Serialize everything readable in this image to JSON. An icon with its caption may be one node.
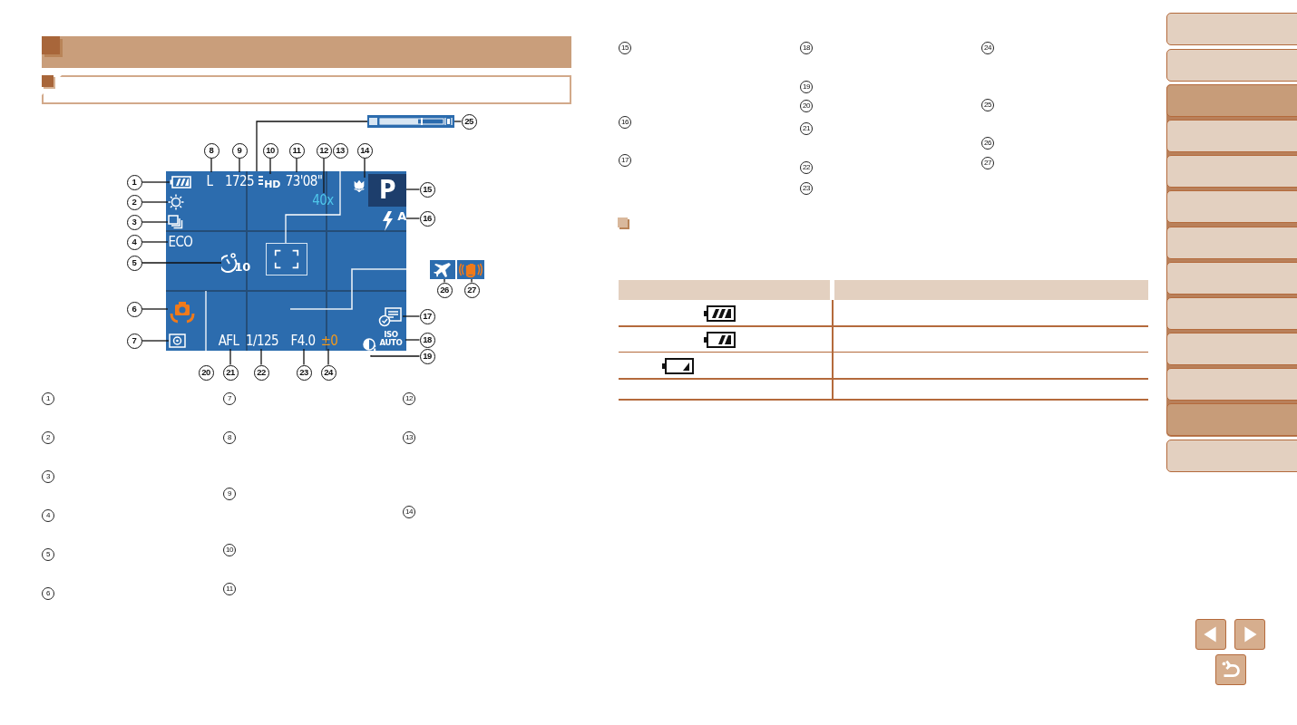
{
  "diagram": {
    "nodes": [
      {
        "text": [],
        "shape": "box"
      },
      {
        "text": [
          "1"
        ]
      },
      {
        "text": [
          "2"
        ]
      },
      {
        "text": [
          "3"
        ]
      },
      {
        "text": [
          "4"
        ]
      },
      {
        "text": [
          "5"
        ]
      },
      {
        "text": [
          "6"
        ]
      },
      {
        "text": [
          "7"
        ]
      },
      {
        "text": [
          "8"
        ]
      },
      {
        "text": [
          "9"
        ]
      },
      {
        "text": [
          "10"
        ]
      },
      {
        "text": [
          "11"
        ]
      },
      {
        "text": [
          "12"
        ]
      },
      {
        "text": [
          "13"
        ]
      },
      {
        "text": [
          "14"
        ]
      },
      {
        "text": [
          "15"
        ]
      },
      {
        "text": [
          "16"
        ]
      },
      {
        "text": [
          "17"
        ]
      },
      {
        "text": [
          "18"
        ]
      },
      {
        "text": [
          "19"
        ]
      },
      {
        "text": [
          "20"
        ]
      },
      {
        "text": [
          "21"
        ]
      },
      {
        "text": [
          "22"
        ]
      },
      {
        "text": [
          "23"
        ]
      },
      {
        "text": [
          "24"
        ]
      },
      {
        "text": [
          "25"
        ]
      },
      {
        "text": [
          "26"
        ]
      },
      {
        "text": [
          "27"
        ]
      },
      {
        "text": [],
        "shape": "picture",
        "in": 0
      },
      {
        "text": [],
        "shape": "picture",
        "in": 0
      },
      {
        "text": [],
        "shape": "picture",
        "in": 0
      },
      {
        "text": [
          "ECO"
        ],
        "in": 0
      },
      {
        "text": [
          "10"
        ],
        "in": 0
      },
      {
        "text": [],
        "shape": "picture",
        "in": 0
      },
      {
        "text": [],
        "shape": "picture",
        "in": 0
      },
      {
        "text": [
          "L"
        ],
        "in": 0
      },
      {
        "text": [
          "1725"
        ],
        "in": 0
      },
      {
        "text": [
          "HD"
        ],
        "in": 0
      },
      {
        "text": [
          "73'08\""
        ],
        "in": 0
      },
      {
        "text": [
          "40x"
        ],
        "in": 0
      },
      {
        "text": [],
        "shape": "box",
        "in": 0
      },
      {
        "text": [],
        "shape": "picture",
        "in": 0
      },
      {
        "text": [
          "P"
        ],
        "in": 0
      },
      {
        "text": [
          "A"
        ],
        "in": 0
      },
      {
        "text": [],
        "shape": "picture",
        "in": 0
      },
      {
        "text": [
          "ISO AUTO"
        ],
        "in": 0
      },
      {
        "text": [],
        "shape": "picture",
        "in": 0
      },
      {
        "text": [
          "AFL"
        ],
        "in": 0
      },
      {
        "text": [
          "1/125"
        ],
        "in": 0
      },
      {
        "text": [
          "F4.0"
        ],
        "in": 0
      },
      {
        "text": [
          "±0"
        ],
        "in": 0
      },
      {
        "text": [],
        "shape": "picture"
      },
      {
        "text": [],
        "shape": "picture"
      },
      {
        "text": [],
        "shape": "picture"
      }
    ],
    "edges": [
      {
        "from": 1,
        "to": 28,
        "arrow": "none"
      },
      {
        "from": 2,
        "to": 29,
        "arrow": "none"
      },
      {
        "from": 3,
        "to": 30,
        "arrow": "none"
      },
      {
        "from": 4,
        "to": 31,
        "arrow": "none"
      },
      {
        "from": 5,
        "to": 32,
        "arrow": "none"
      },
      {
        "from": 6,
        "to": 33,
        "arrow": "none"
      },
      {
        "from": 7,
        "to": 34,
        "arrow": "none"
      },
      {
        "from": 8,
        "to": 35,
        "arrow": "none"
      },
      {
        "from": 9,
        "to": 36,
        "arrow": "none"
      },
      {
        "from": 10,
        "to": 37,
        "arrow": "none"
      },
      {
        "from": 11,
        "to": 38,
        "arrow": "none"
      },
      {
        "from": 12,
        "to": 39,
        "arrow": "none"
      },
      {
        "from": 13,
        "to": 40,
        "arrow": "none",
        "color": "#ffffff"
      },
      {
        "from": 14,
        "to": 41,
        "arrow": "none"
      },
      {
        "from": 15,
        "to": 42,
        "arrow": "none"
      },
      {
        "from": 16,
        "to": 43,
        "arrow": "none"
      },
      {
        "from": 17,
        "to": 44,
        "arrow": "none"
      },
      {
        "from": 18,
        "to": 45,
        "arrow": "none"
      },
      {
        "from": 19,
        "to": 46,
        "arrow": "none"
      },
      {
        "from": 20,
        "to": null,
        "arrow": "none",
        "color": "#ffffff"
      },
      {
        "from": 21,
        "to": 47,
        "arrow": "none"
      },
      {
        "from": 22,
        "to": 48,
        "arrow": "none"
      },
      {
        "from": 23,
        "to": 49,
        "arrow": "none"
      },
      {
        "from": 24,
        "to": 50,
        "arrow": "none"
      },
      {
        "from": 25,
        "to": 51,
        "arrow": "none"
      },
      {
        "from": 26,
        "to": 52,
        "arrow": "none"
      },
      {
        "from": 27,
        "to": 53,
        "arrow": "none"
      },
      {
        "from": 51,
        "to": 0,
        "arrow": "none"
      }
    ],
    "labels": [
      "1",
      "2",
      "3",
      "4",
      "5",
      "6",
      "7",
      "8",
      "9",
      "10",
      "11",
      "12",
      "13",
      "14",
      "15",
      "16",
      "17",
      "18",
      "19",
      "20",
      "21",
      "22",
      "23",
      "24",
      "25",
      "26",
      "27"
    ]
  }
}
